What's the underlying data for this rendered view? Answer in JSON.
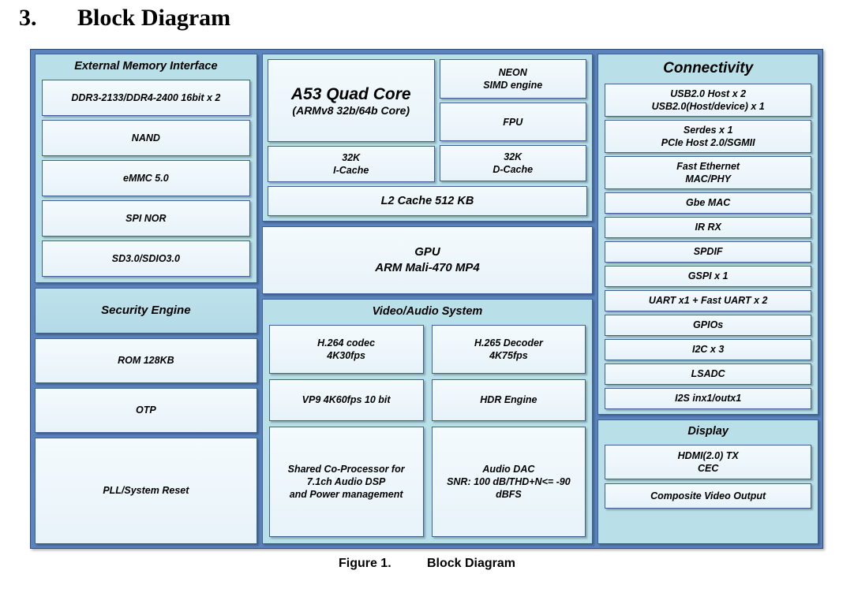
{
  "heading": {
    "number": "3.",
    "title": "Block Diagram"
  },
  "caption": {
    "label": "Figure 1.",
    "text": "Block Diagram"
  },
  "colors": {
    "frame": "#5b83bd",
    "panel_fill": "#b9dfe9",
    "block_fill": "#f0f8fc",
    "border": "#3f6294"
  },
  "diagram": {
    "left_column": {
      "memory_panel": {
        "title": "External Memory Interface",
        "blocks": [
          "DDR3-2133/DDR4-2400 16bit x 2",
          "NAND",
          "eMMC 5.0",
          "SPI NOR",
          "SD3.0/SDIO3.0"
        ]
      },
      "security": "Security Engine",
      "rom": "ROM 128KB",
      "otp": "OTP",
      "pll": "PLL/System Reset"
    },
    "middle_column": {
      "cpu_panel": {
        "core_line1": "A53 Quad Core",
        "core_line2": "(ARMv8 32b/64b Core)",
        "neon": "NEON\nSIMD engine",
        "fpu": "FPU",
        "icache": "32K\nI-Cache",
        "dcache": "32K\nD-Cache",
        "l2cache": "L2 Cache 512 KB"
      },
      "gpu": "GPU\nARM Mali-470 MP4",
      "video_audio_panel": {
        "title": "Video/Audio System",
        "blocks": [
          "H.264 codec\n4K30fps",
          "H.265 Decoder\n4K75fps",
          "VP9 4K60fps 10 bit",
          "HDR Engine",
          "Shared Co-Processor for\n7.1ch Audio DSP\nand Power management",
          "Audio DAC\nSNR: 100 dB/THD+N<=  -90 dBFS"
        ]
      }
    },
    "right_column": {
      "connectivity_panel": {
        "title": "Connectivity",
        "blocks": [
          "USB2.0 Host x 2\nUSB2.0(Host/device) x 1",
          "Serdes x 1\nPCIe Host 2.0/SGMII",
          "Fast Ethernet\nMAC/PHY",
          "Gbe MAC",
          "IR RX",
          "SPDIF",
          "GSPI x 1",
          "UART x1 + Fast UART x 2",
          "GPIOs",
          "I2C x 3",
          "LSADC",
          "I2S inx1/outx1"
        ]
      },
      "display_panel": {
        "title": "Display",
        "blocks": [
          "HDMI(2.0) TX\nCEC",
          "Composite Video Output"
        ]
      }
    }
  }
}
